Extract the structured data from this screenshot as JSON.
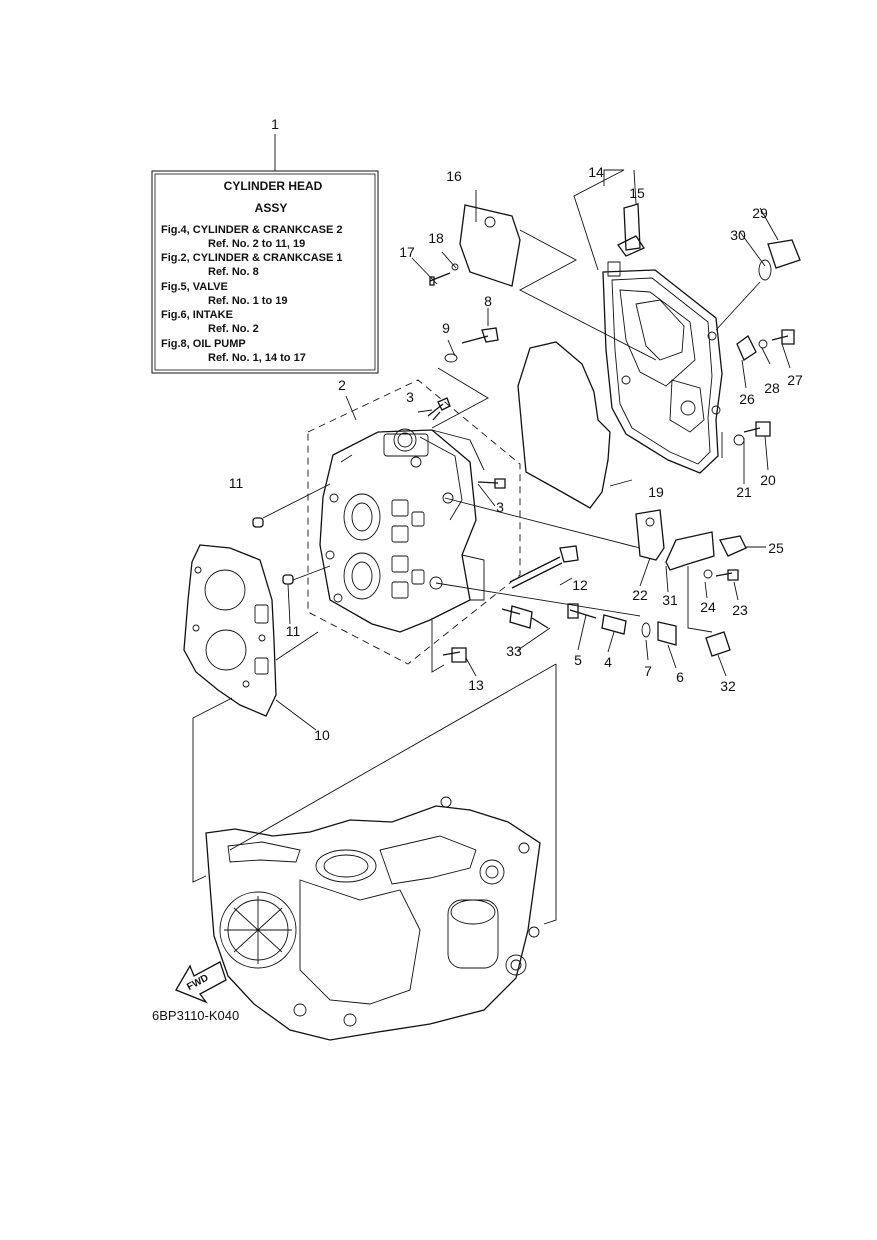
{
  "info_box": {
    "title_line1": "CYLINDER HEAD",
    "title_line2": "ASSY",
    "lines": [
      "Fig.4, CYLINDER & CRANKCASE 2",
      "Ref. No. 2 to 11, 19",
      "Fig.2, CYLINDER & CRANKCASE 1",
      "Ref. No. 8",
      "Fig.5, VALVE",
      "Ref. No. 1 to 19",
      "Fig.6, INTAKE",
      "Ref. No. 2",
      "Fig.8, OIL PUMP",
      "Ref. No. 1, 14 to 17"
    ]
  },
  "callouts": [
    "1",
    "2",
    "3",
    "3",
    "4",
    "5",
    "6",
    "7",
    "8",
    "9",
    "10",
    "11",
    "11",
    "12",
    "13",
    "14",
    "15",
    "16",
    "17",
    "18",
    "19",
    "20",
    "21",
    "22",
    "23",
    "24",
    "25",
    "26",
    "27",
    "28",
    "29",
    "30",
    "31",
    "32",
    "33"
  ],
  "fwd_label": "FWD",
  "diagram_code": "6BP3110-K040"
}
